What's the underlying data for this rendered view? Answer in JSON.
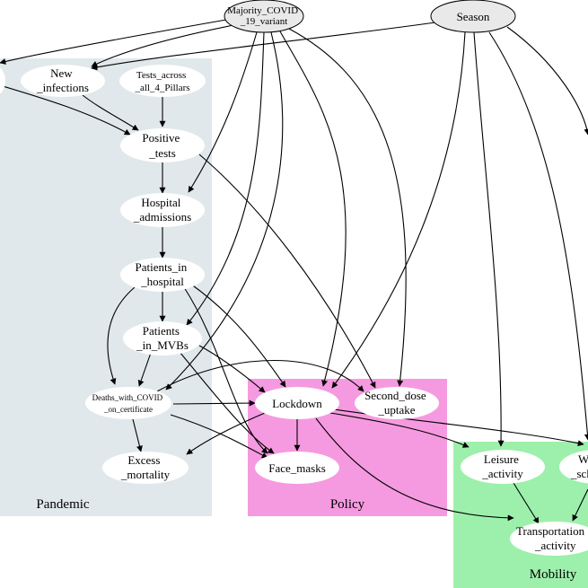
{
  "colors": {
    "pandemic_cluster": "#e1e8eb",
    "policy_cluster": "#f59ae0",
    "mobility_cluster": "#9df0ab",
    "node_fill": "#ffffff",
    "root_fill": "#e9e9e9",
    "edge": "#000000"
  },
  "clusters": {
    "pandemic": {
      "label": "Pandemic"
    },
    "policy": {
      "label": "Policy"
    },
    "mobility": {
      "label": "Mobility"
    }
  },
  "nodes": {
    "majority_variant": {
      "lines": [
        "Majority_COVID",
        "_19_variant"
      ]
    },
    "season": {
      "lines": [
        "Season"
      ]
    },
    "new_infections": {
      "lines": [
        "New",
        "_infections"
      ]
    },
    "tests_across": {
      "lines": [
        "Tests_across",
        "_all_4_Pillars"
      ]
    },
    "positive_tests": {
      "lines": [
        "Positive",
        "_tests"
      ]
    },
    "hospital_admissions": {
      "lines": [
        "Hospital",
        "_admissions"
      ]
    },
    "patients_in_hospital": {
      "lines": [
        "Patients_in",
        "_hospital"
      ]
    },
    "patients_in_mvbs": {
      "lines": [
        "Patients",
        "_in_MVBs"
      ]
    },
    "deaths_with_covid": {
      "lines": [
        "Deaths_with_COVID",
        "_on_certificate"
      ]
    },
    "excess_mortality": {
      "lines": [
        "Excess",
        "_mortality"
      ]
    },
    "lockdown": {
      "lines": [
        "Lockdown"
      ]
    },
    "second_dose": {
      "lines": [
        "Second_dose",
        "_uptake"
      ]
    },
    "face_masks": {
      "lines": [
        "Face_masks"
      ]
    },
    "leisure_activity": {
      "lines": [
        "Leisure",
        "_activity"
      ]
    },
    "work_school": {
      "lines": [
        "W",
        "_sch"
      ]
    },
    "transportation_activity": {
      "lines": [
        "Transportation",
        "_activity"
      ]
    }
  }
}
